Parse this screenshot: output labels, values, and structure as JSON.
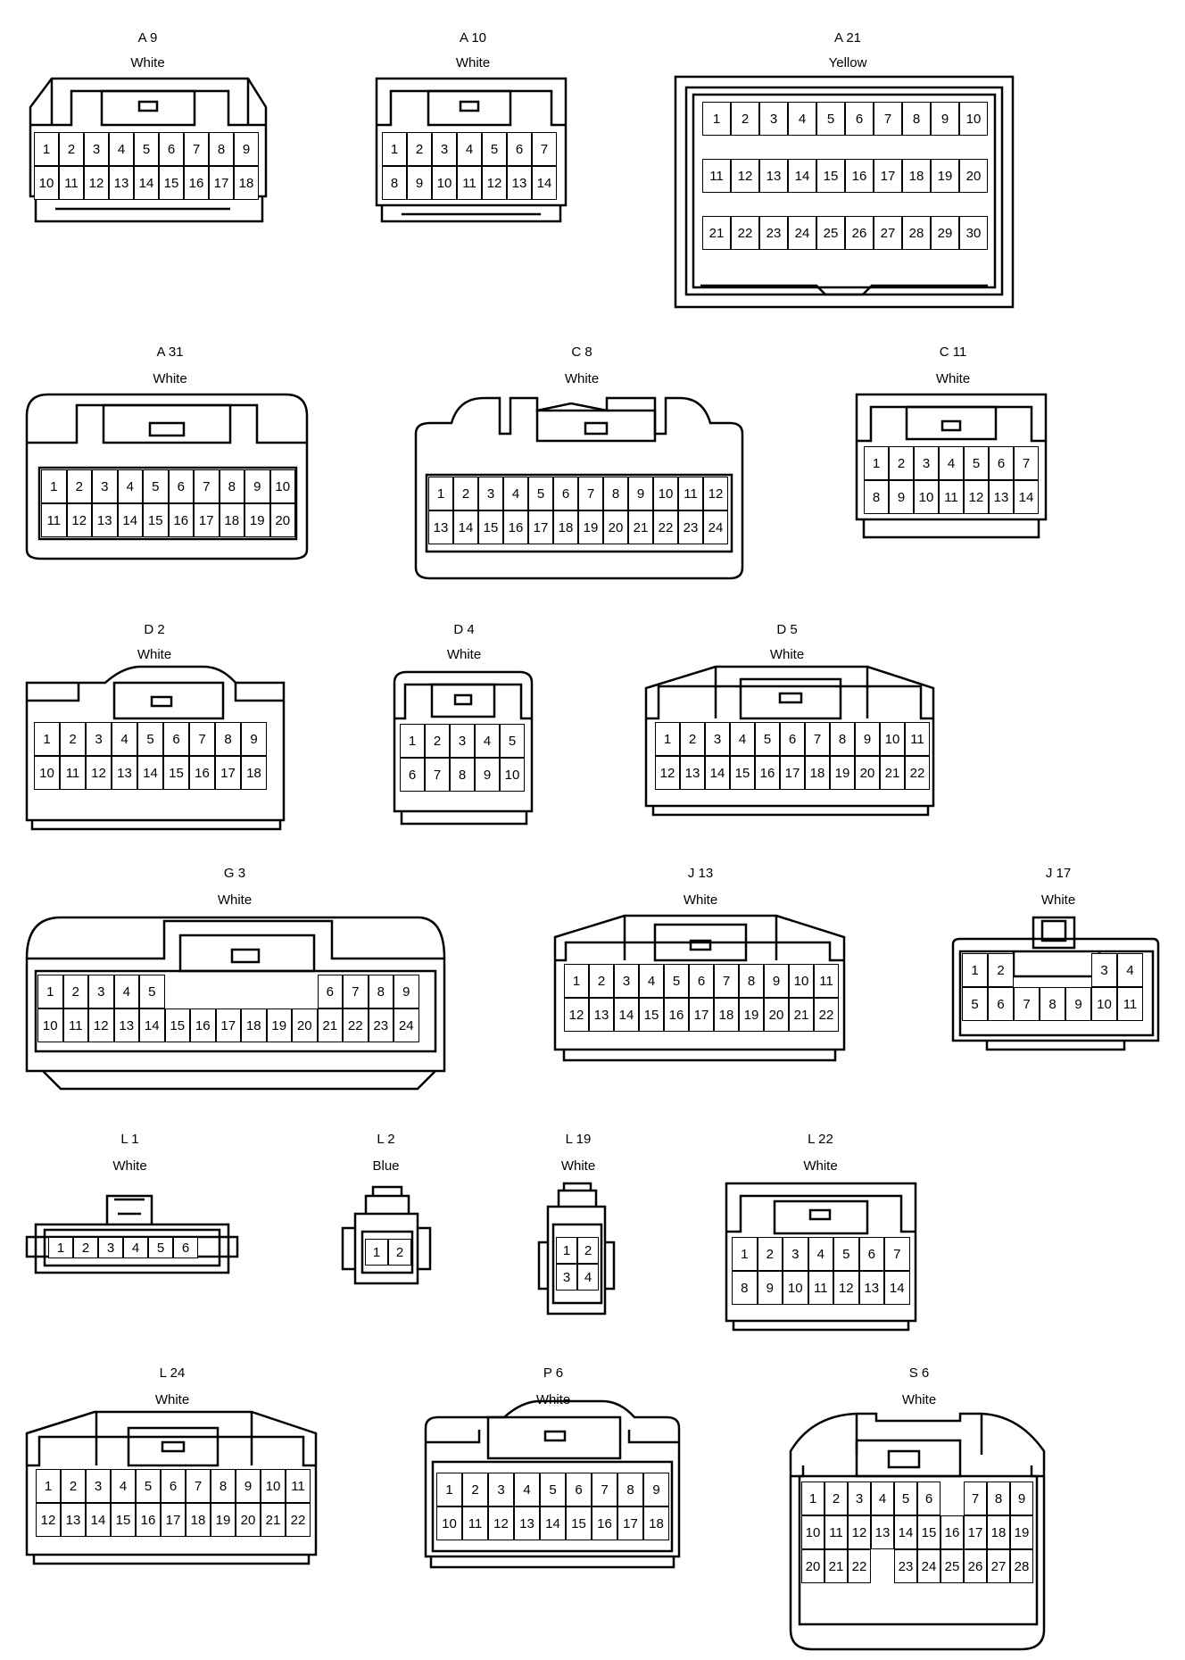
{
  "connectors": [
    {
      "id": "A 9",
      "color": "White",
      "rows": [
        [
          "1",
          "2",
          "3",
          "4",
          "5",
          "6",
          "7",
          "8",
          "9"
        ],
        [
          "10",
          "11",
          "12",
          "13",
          "14",
          "15",
          "16",
          "17",
          "18"
        ]
      ]
    },
    {
      "id": "A 10",
      "color": "White",
      "rows": [
        [
          "1",
          "2",
          "3",
          "4",
          "5",
          "6",
          "7"
        ],
        [
          "8",
          "9",
          "10",
          "11",
          "12",
          "13",
          "14"
        ]
      ]
    },
    {
      "id": "A 21",
      "color": "Yellow",
      "rows": [
        [
          "1",
          "2",
          "3",
          "4",
          "5",
          "6",
          "7",
          "8",
          "9",
          "10"
        ],
        [
          "11",
          "12",
          "13",
          "14",
          "15",
          "16",
          "17",
          "18",
          "19",
          "20"
        ],
        [
          "21",
          "22",
          "23",
          "24",
          "25",
          "26",
          "27",
          "28",
          "29",
          "30"
        ]
      ]
    },
    {
      "id": "A 31",
      "color": "White",
      "rows": [
        [
          "1",
          "2",
          "3",
          "4",
          "5",
          "6",
          "7",
          "8",
          "9",
          "10"
        ],
        [
          "11",
          "12",
          "13",
          "14",
          "15",
          "16",
          "17",
          "18",
          "19",
          "20"
        ]
      ]
    },
    {
      "id": "C 8",
      "color": "White",
      "rows": [
        [
          "1",
          "2",
          "3",
          "4",
          "5",
          "6",
          "7",
          "8",
          "9",
          "10",
          "11",
          "12"
        ],
        [
          "13",
          "14",
          "15",
          "16",
          "17",
          "18",
          "19",
          "20",
          "21",
          "22",
          "23",
          "24"
        ]
      ]
    },
    {
      "id": "C 11",
      "color": "White",
      "rows": [
        [
          "1",
          "2",
          "3",
          "4",
          "5",
          "6",
          "7"
        ],
        [
          "8",
          "9",
          "10",
          "11",
          "12",
          "13",
          "14"
        ]
      ]
    },
    {
      "id": "D 2",
      "color": "White",
      "rows": [
        [
          "1",
          "2",
          "3",
          "4",
          "5",
          "6",
          "7",
          "8",
          "9"
        ],
        [
          "10",
          "11",
          "12",
          "13",
          "14",
          "15",
          "16",
          "17",
          "18"
        ]
      ]
    },
    {
      "id": "D 4",
      "color": "White",
      "rows": [
        [
          "1",
          "2",
          "3",
          "4",
          "5"
        ],
        [
          "6",
          "7",
          "8",
          "9",
          "10"
        ]
      ]
    },
    {
      "id": "D 5",
      "color": "White",
      "rows": [
        [
          "1",
          "2",
          "3",
          "4",
          "5",
          "6",
          "7",
          "8",
          "9",
          "10",
          "11"
        ],
        [
          "12",
          "13",
          "14",
          "15",
          "16",
          "17",
          "18",
          "19",
          "20",
          "21",
          "22"
        ]
      ]
    },
    {
      "id": "G 3",
      "color": "White",
      "rows": [
        [
          "1",
          "2",
          "3",
          "4",
          "5",
          "",
          "",
          "",
          "",
          "",
          "",
          "6",
          "7",
          "8",
          "9"
        ],
        [
          "10",
          "11",
          "12",
          "13",
          "14",
          "15",
          "16",
          "17",
          "18",
          "19",
          "20",
          "21",
          "22",
          "23",
          "24"
        ]
      ]
    },
    {
      "id": "J 13",
      "color": "White",
      "rows": [
        [
          "1",
          "2",
          "3",
          "4",
          "5",
          "6",
          "7",
          "8",
          "9",
          "10",
          "11"
        ],
        [
          "12",
          "13",
          "14",
          "15",
          "16",
          "17",
          "18",
          "19",
          "20",
          "21",
          "22"
        ]
      ]
    },
    {
      "id": "J 17",
      "color": "White",
      "rows": [
        [
          "1",
          "2",
          "",
          "",
          "",
          "3",
          "4"
        ],
        [
          "5",
          "6",
          "7",
          "8",
          "9",
          "10",
          "11"
        ]
      ]
    },
    {
      "id": "L 1",
      "color": "White",
      "rows": [
        [
          "1",
          "2",
          "3",
          "4",
          "5",
          "6"
        ]
      ]
    },
    {
      "id": "L 2",
      "color": "Blue",
      "rows": [
        [
          "1",
          "2"
        ]
      ]
    },
    {
      "id": "L 19",
      "color": "White",
      "rows": [
        [
          "1",
          "2"
        ],
        [
          "3",
          "4"
        ]
      ]
    },
    {
      "id": "L 22",
      "color": "White",
      "rows": [
        [
          "1",
          "2",
          "3",
          "4",
          "5",
          "6",
          "7"
        ],
        [
          "8",
          "9",
          "10",
          "11",
          "12",
          "13",
          "14"
        ]
      ]
    },
    {
      "id": "L 24",
      "color": "White",
      "rows": [
        [
          "1",
          "2",
          "3",
          "4",
          "5",
          "6",
          "7",
          "8",
          "9",
          "10",
          "11"
        ],
        [
          "12",
          "13",
          "14",
          "15",
          "16",
          "17",
          "18",
          "19",
          "20",
          "21",
          "22"
        ]
      ]
    },
    {
      "id": "P 6",
      "color": "White",
      "rows": [
        [
          "1",
          "2",
          "3",
          "4",
          "5",
          "6",
          "7",
          "8",
          "9"
        ],
        [
          "10",
          "11",
          "12",
          "13",
          "14",
          "15",
          "16",
          "17",
          "18"
        ]
      ]
    },
    {
      "id": "S 6",
      "color": "White",
      "rows": [
        [
          "1",
          "2",
          "3",
          "4",
          "5",
          "6",
          "",
          "7",
          "8",
          "9"
        ],
        [
          "10",
          "11",
          "12",
          "13",
          "14",
          "15",
          "16",
          "17",
          "18",
          "19"
        ],
        [
          "20",
          "21",
          "22",
          "",
          "23",
          "24",
          "25",
          "26",
          "27",
          "28"
        ]
      ]
    }
  ]
}
